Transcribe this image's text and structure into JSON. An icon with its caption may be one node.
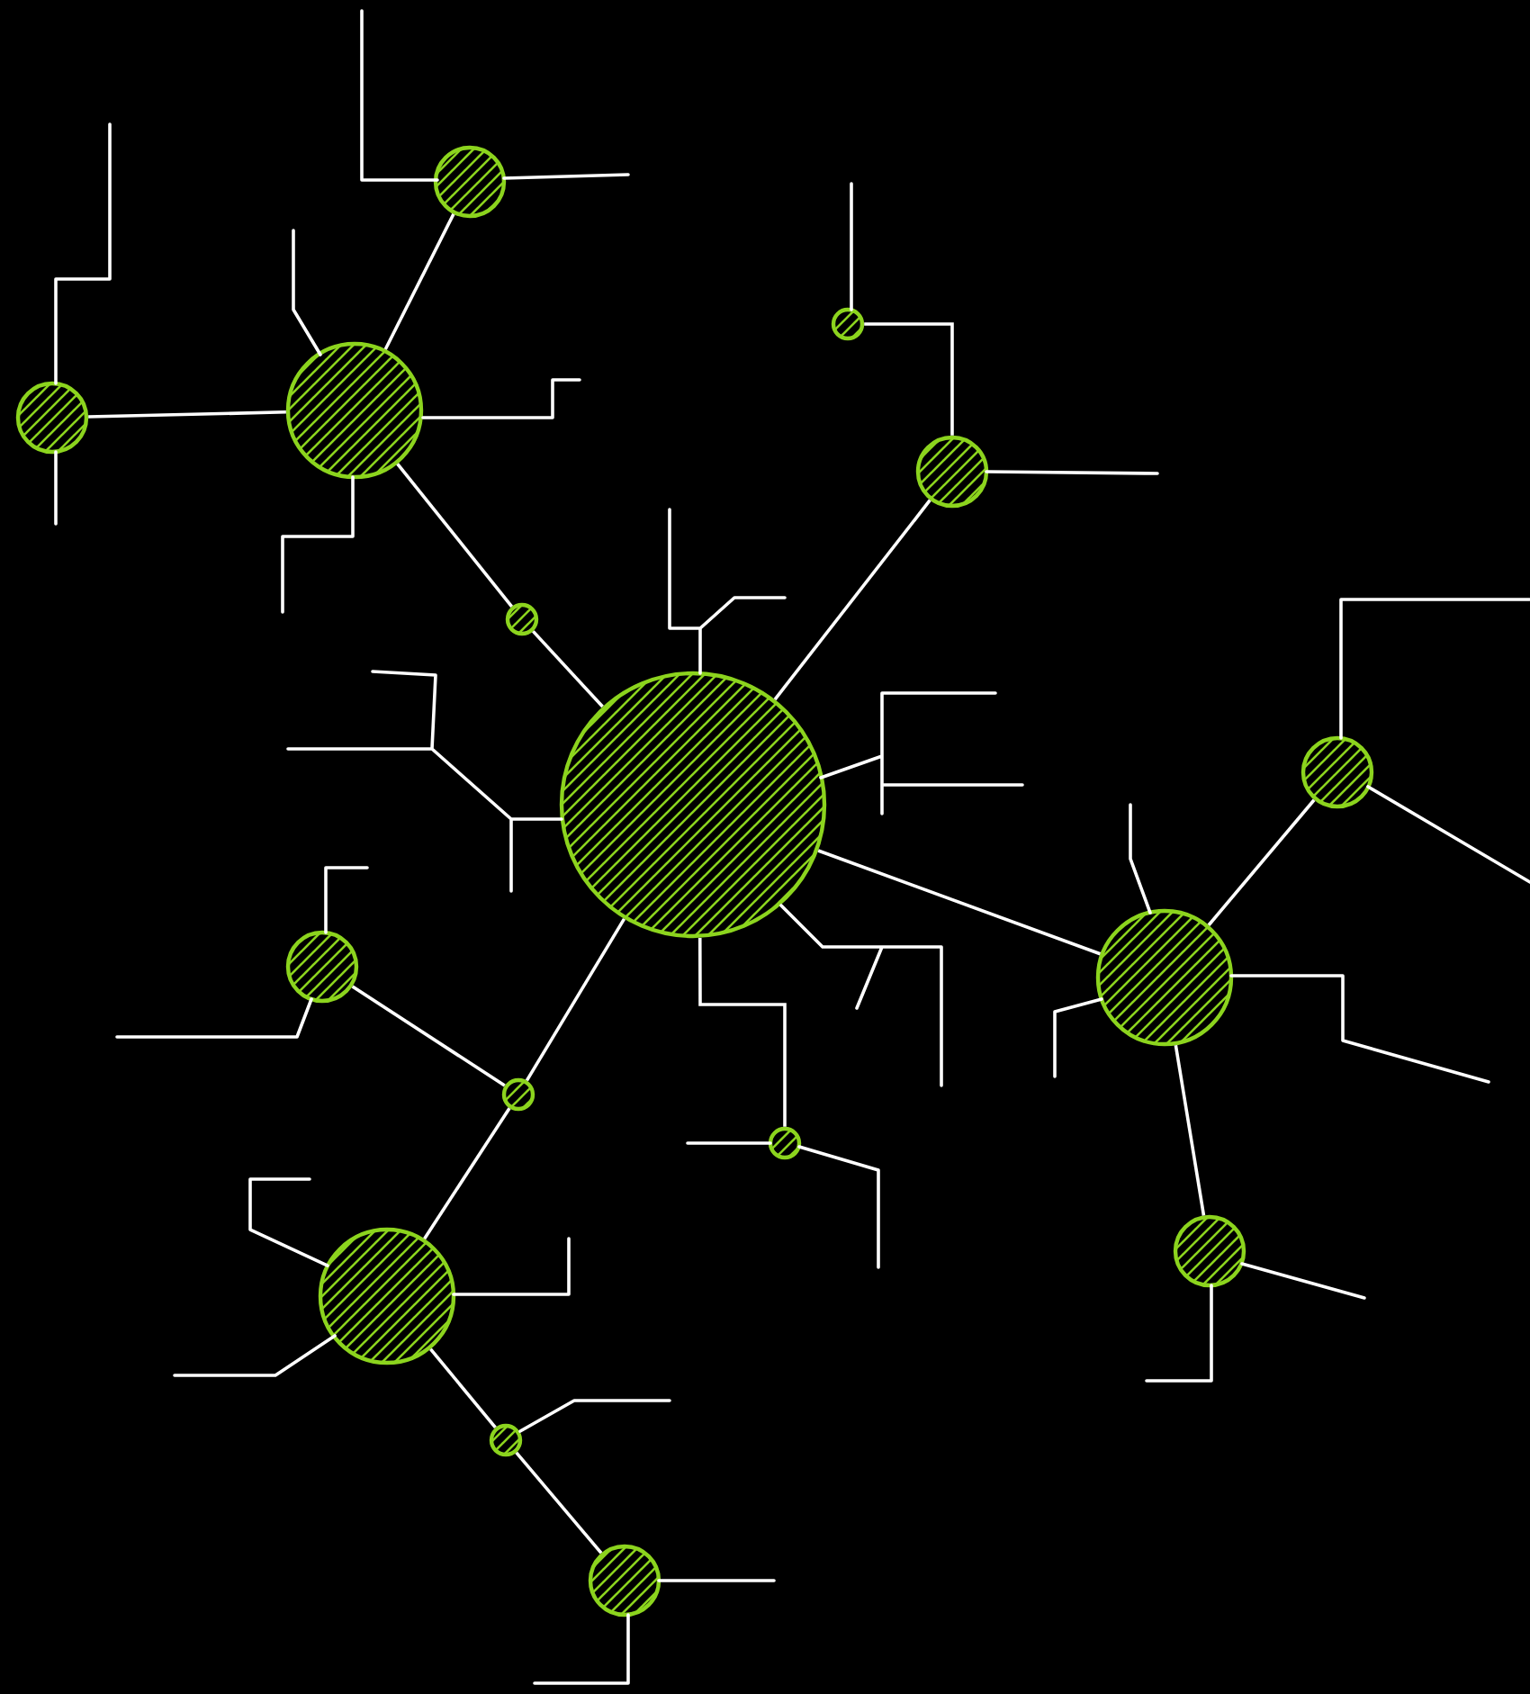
{
  "diagram": {
    "nodes": [
      {
        "text": [],
        "shape": "circle"
      },
      {
        "text": [],
        "shape": "circle"
      },
      {
        "text": [],
        "shape": "circle"
      },
      {
        "text": [],
        "shape": "circle"
      },
      {
        "text": [],
        "shape": "circle"
      },
      {
        "text": [],
        "shape": "circle"
      },
      {
        "text": [],
        "shape": "circle"
      },
      {
        "text": [],
        "shape": "circle"
      },
      {
        "text": [],
        "shape": "circle"
      },
      {
        "text": [],
        "shape": "circle"
      },
      {
        "text": [],
        "shape": "circle"
      },
      {
        "text": [],
        "shape": "circle"
      },
      {
        "text": [],
        "shape": "circle"
      },
      {
        "text": [],
        "shape": "circle"
      },
      {
        "text": [],
        "shape": "circle"
      },
      {
        "text": [],
        "shape": "circle"
      }
    ],
    "edges": [
      {
        "from": 0,
        "to": 1,
        "arrow": "none"
      },
      {
        "from": 1,
        "to": 2,
        "arrow": "none"
      },
      {
        "from": 1,
        "to": 3,
        "arrow": "none"
      },
      {
        "from": 3,
        "to": 6,
        "arrow": "none"
      },
      {
        "from": 4,
        "to": 5,
        "arrow": "none"
      },
      {
        "from": 5,
        "to": 6,
        "arrow": "none"
      },
      {
        "from": 6,
        "to": 9,
        "arrow": "none"
      },
      {
        "from": 9,
        "to": 7,
        "arrow": "none"
      },
      {
        "from": 9,
        "to": 13,
        "arrow": "none"
      },
      {
        "from": 8,
        "to": 10,
        "arrow": "none"
      },
      {
        "from": 10,
        "to": 6,
        "arrow": "none"
      },
      {
        "from": 10,
        "to": 12,
        "arrow": "none"
      },
      {
        "from": 6,
        "to": 11,
        "arrow": "none"
      },
      {
        "from": 12,
        "to": 14,
        "arrow": "none"
      },
      {
        "from": 14,
        "to": 15,
        "arrow": "none"
      }
    ]
  }
}
